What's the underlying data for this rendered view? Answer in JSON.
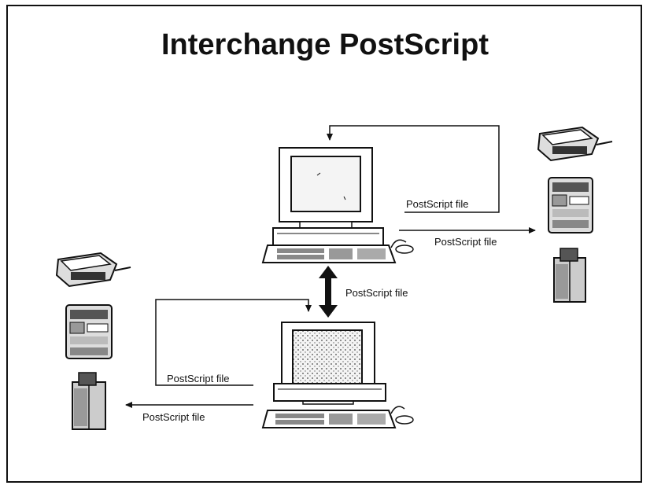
{
  "title": "Interchange PostScript",
  "labels": {
    "top_loop": "PostScript file",
    "top_out": "PostScript file",
    "exchange": "PostScript file",
    "bottom_loop": "PostScript file",
    "bottom_out": "PostScript file"
  },
  "colors": {
    "ink": "#111111",
    "screen": "#f4f4f4",
    "paper": "#ffffff"
  },
  "icons": [
    "computer-icon",
    "printer-icon",
    "typesetter-icon",
    "storage-icon"
  ]
}
